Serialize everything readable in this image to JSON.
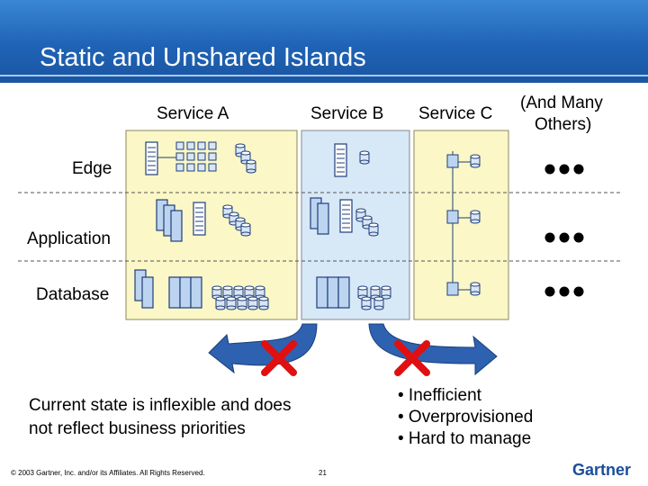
{
  "slide": {
    "title": "Static and Unshared Islands",
    "services": [
      "Service A",
      "Service B",
      "Service C"
    ],
    "others": [
      "(And Many",
      "Others)"
    ],
    "tiers": [
      "Edge",
      "Application",
      "Database"
    ],
    "caption_lines": [
      "Current state is inflexible and does",
      "not reflect business priorities"
    ],
    "bullets": [
      "• Inefficient",
      "• Overprovisioned",
      "• Hard to manage"
    ],
    "footer_copyright": "© 2003 Gartner, Inc. and/or its Affiliates. All Rights Reserved.",
    "page_number": "21",
    "brand": "Gartner"
  },
  "colors": {
    "title_bar": "#1f63b5",
    "service_panel": "#fbf7c6",
    "service_b_panel": "#d7e8f7",
    "arrow": "#2e61b0",
    "cross": "#e01010"
  }
}
